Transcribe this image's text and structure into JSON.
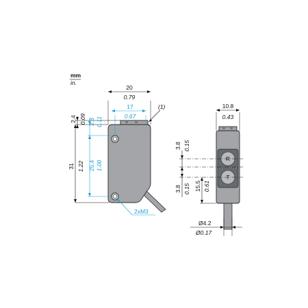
{
  "units": {
    "primary": "mm",
    "secondary": "in."
  },
  "front_view": {
    "width_mm": "20",
    "width_in": "0.79",
    "hole_spacing_mm": "17",
    "hole_spacing_in": "0.67",
    "height_mm": "31",
    "height_in": "1.22",
    "vertical_hole_spacing_mm": "25.4",
    "vertical_hole_spacing_in": "1.00",
    "top_offset_mm": "2.4",
    "top_offset_in": "0.09",
    "hole_top_offset_mm": "2.8",
    "hole_top_offset_in": "0.11",
    "note_ref": "(1)",
    "mounting_holes": "2xM3"
  },
  "side_view": {
    "width_mm": "10.8",
    "width_in": "0.43",
    "lens_r_offset_mm": "3.8",
    "lens_r_offset_in": "0.15",
    "lens_t_offset_mm": "3.8",
    "lens_t_offset_in": "0.15",
    "lens_height_mm": "15.5",
    "lens_height_in": "0.61",
    "lens_r_label": "R",
    "lens_t_label": "T",
    "cable_diameter_mm": "Ø4.2",
    "cable_diameter_in": "Ø0.17"
  },
  "colors": {
    "dimension_accent": "#1a9fd6",
    "housing": "#a3a5a8",
    "lens_window": "#666a6e"
  }
}
